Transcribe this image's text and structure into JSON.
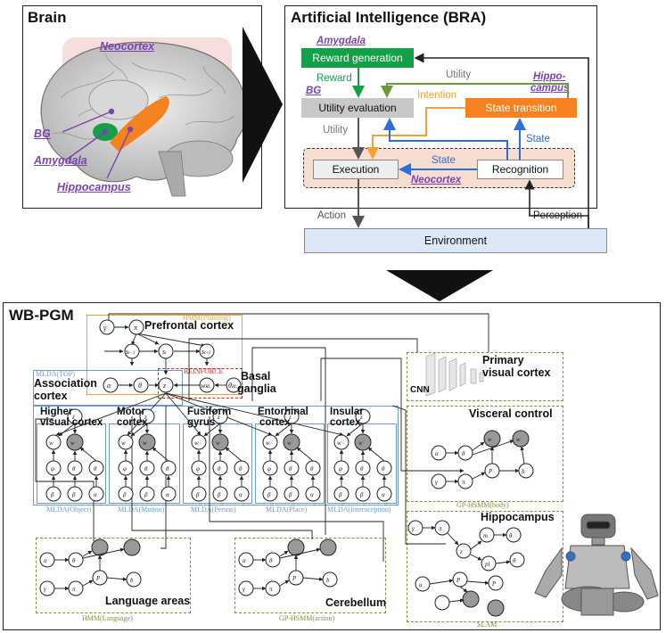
{
  "brain_panel": {
    "title": "Brain",
    "labels": {
      "neocortex": "Neocortex",
      "bg": "BG",
      "amygdala": "Amygdala",
      "hippocampus": "Hippocampus"
    }
  },
  "ai_panel": {
    "title": "Artificial Intelligence (BRA)",
    "boxes": {
      "reward_generation": "Reward generation",
      "utility_evaluation": "Utility evaluation",
      "state_transition": "State transition",
      "execution": "Execution",
      "recognition": "Recognition"
    },
    "region_labels": {
      "amygdala": "Amygdala",
      "bg": "BG",
      "hippocampus_1": "Hippo-",
      "hippocampus_2": "campus",
      "neocortex": "Neocortex"
    },
    "arrow_labels": {
      "reward": "Reward",
      "utility_top": "Utility",
      "intention": "Intention",
      "utility_down": "Utility",
      "state_right": "State",
      "state_mid": "State",
      "action": "Action",
      "perception": "Perception"
    },
    "environment": "Environment"
  },
  "wbpgm_panel": {
    "title": "WB-PGM",
    "regions": {
      "prefrontal": "Prefrontal cortex",
      "basal_1": "Basal",
      "basal_2": "ganglia",
      "association_1": "Association",
      "association_2": "cortex",
      "higher_visual_1": "Higher",
      "higher_visual_2": "visual cortex",
      "motor_1": "Motor",
      "motor_2": "cortex",
      "fusiform_1": "Fusiform",
      "fusiform_2": "gyrus",
      "entorhinal_1": "Entorhinal",
      "entorhinal_2": "cortex",
      "insular_1": "Insular",
      "insular_2": "cortex",
      "primary_visual_1": "Primary",
      "primary_visual_2": "visual cortex",
      "cnn": "CNN",
      "visceral": "Visceral control",
      "hippocampus": "Hippocampus",
      "language": "Language areas",
      "cerebellum": "Cerebellum"
    },
    "module_labels": {
      "hmm_planning": "HMM(Planning)",
      "mlda_top": "MLDA(TOP)",
      "reinforce": "REINFORCE",
      "mlda_object": "MLDA(Object)",
      "mlda_motion": "MLDA(Motion)",
      "mlda_person": "MLDA(Person)",
      "mlda_place": "MLDA(Place)",
      "mlda_interoception": "MLDA(Interoception)",
      "gp_hsmm_body": "GP-HSMM(body)",
      "slam": "SLAM",
      "hmm_language": "HMM(Language)",
      "gp_hsmm_action": "GP-HSMM(action)"
    }
  },
  "colors": {
    "reward_green": "#14a046",
    "state_orange": "#f58220",
    "utility_gray": "#c8c8c8",
    "neocortex_pink": "#f7ddd0",
    "environment_blue": "#dce8f5",
    "purple_label": "#7a44b4",
    "arrow_green": "#6a9a3a",
    "arrow_orange": "#f5a033",
    "arrow_blue": "#2d6ed8",
    "mlda_blue": "#6a9ad0",
    "module_olive": "#8a8a3a"
  }
}
